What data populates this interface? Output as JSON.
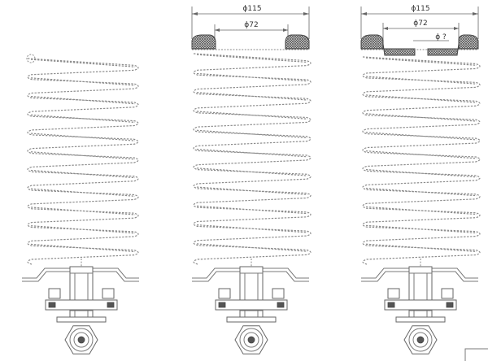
{
  "assemblies": [
    {
      "id": "plain",
      "top_mount": "none",
      "dims": []
    },
    {
      "id": "with-seat",
      "top_mount": "seat",
      "dims": [
        "ϕ115",
        "ϕ72"
      ]
    },
    {
      "id": "with-cup",
      "top_mount": "cup",
      "dims": [
        "ϕ115",
        "ϕ72",
        "ϕ ?"
      ]
    }
  ],
  "colors": {
    "line": "#7a7a7a",
    "hatch": "#444444",
    "background": "#ffffff"
  }
}
